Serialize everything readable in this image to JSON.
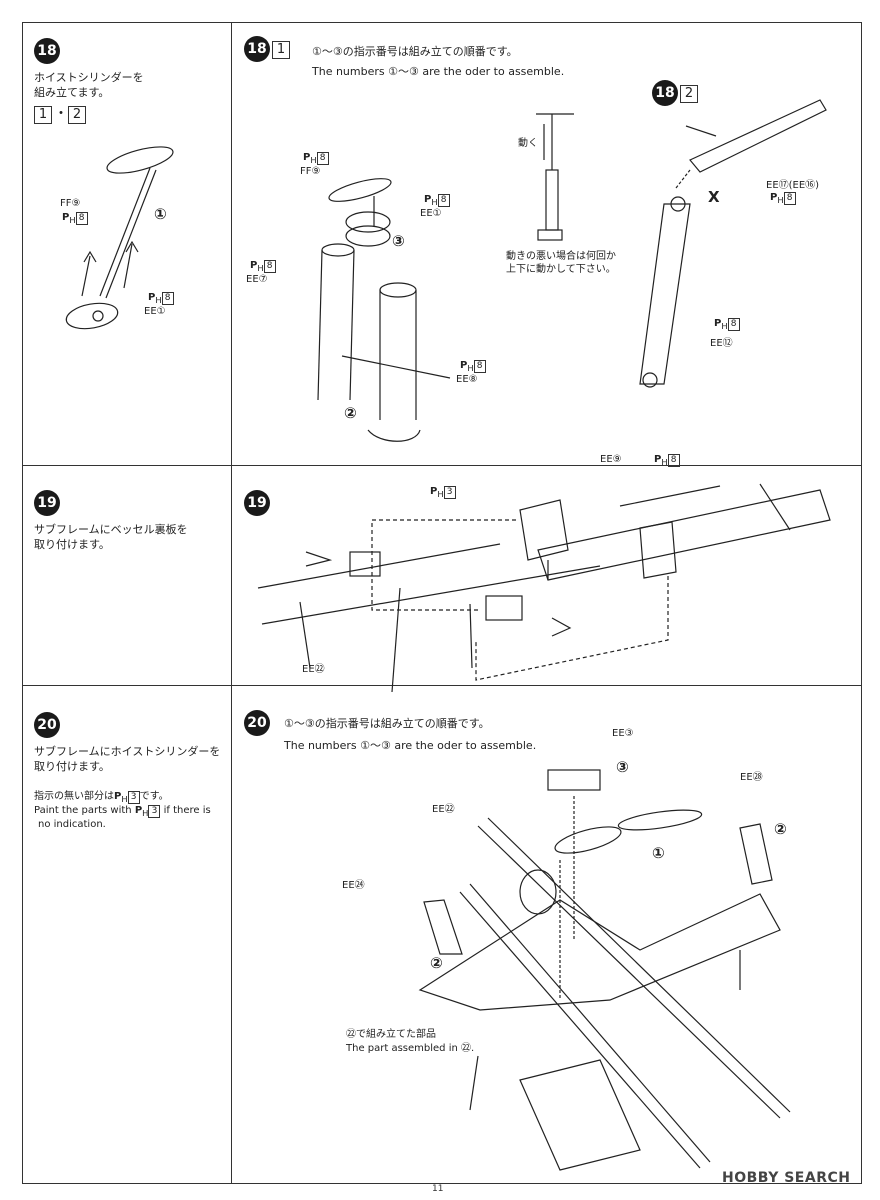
{
  "steps": {
    "s18": {
      "num": "18",
      "title_jp": "ホイストシリンダーを\n組み立てます。",
      "sub_a": "1",
      "sub_sep": "・",
      "sub_b": "2",
      "ff9": "FF⑨",
      "p8a": "P",
      "ph_sub": "H",
      "p8_box": "8",
      "ee1": "EE①",
      "circ1": "①"
    },
    "s18_1": {
      "num": "18",
      "sub": "1",
      "order_jp": "①～③の指示番号は組み立ての順番です。",
      "order_en": "The numbers ①～③ are the oder to assemble.",
      "ff9": "FF⑨",
      "ee1": "EE①",
      "ee7": "EE⑦",
      "ee8": "EE⑧",
      "c2": "②",
      "c3": "③",
      "move_jp": "動く",
      "note_jp": "動きの悪い場合は何回か\n上下に動かして下さい。"
    },
    "s18_2": {
      "num": "18",
      "sub": "2",
      "ee17": "EE⑰(EE⑯)",
      "ee12": "EE⑫",
      "x_mark": "X"
    },
    "s19": {
      "num": "19",
      "title_jp": "サブフレームにベッセル裏板を\n取り付けます。",
      "ee9": "EE⑨",
      "ee22": "EE㉒",
      "ph3": "3"
    },
    "s20": {
      "num": "20",
      "title_jp": "サブフレームにホイストシリンダーを\n取り付けます。",
      "note_jp": "指示の無い部分は",
      "note_jp2": "です。",
      "note_en1": "Paint the parts with",
      "note_en2": "if there is",
      "note_en3": "no indication.",
      "order_jp": "①～③の指示番号は組み立ての順番です。",
      "order_en": "The numbers ①～③ are the oder to assemble.",
      "ee3": "EE③",
      "ee28": "EE㉘",
      "ee22": "EE㉒",
      "ee24": "EE㉔",
      "c1": "①",
      "c2": "②",
      "c3": "③",
      "part_jp": "㉒で組み立てた部品",
      "part_en": "The part assembled in ㉒."
    }
  },
  "footer": {
    "page_number": "11",
    "watermark": "HOBBY SEARCH"
  }
}
